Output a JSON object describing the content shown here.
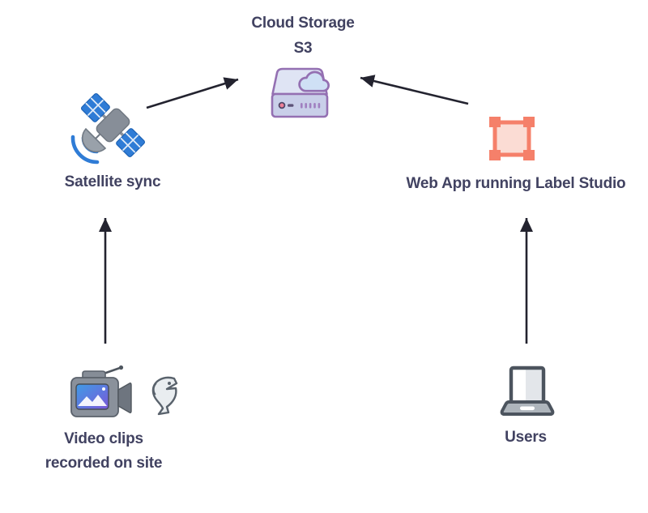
{
  "nodes": {
    "cloud_storage": {
      "title_line1": "Cloud Storage",
      "title_line2": "S3",
      "icon": "cloud-server-icon"
    },
    "satellite": {
      "label": "Satellite sync",
      "icon": "satellite-icon"
    },
    "web_app": {
      "label": "Web App running Label Studio",
      "icon": "label-studio-frame-icon"
    },
    "video_clips": {
      "label_line1": "Video clips",
      "label_line2": "recorded on site",
      "icons": [
        "video-camera-icon",
        "fish-icon"
      ]
    },
    "users": {
      "label": "Users",
      "icon": "laptop-icon"
    }
  },
  "edges": [
    {
      "from": "satellite",
      "to": "cloud_storage"
    },
    {
      "from": "web_app",
      "to": "cloud_storage"
    },
    {
      "from": "video_clips",
      "to": "satellite"
    },
    {
      "from": "users",
      "to": "web_app"
    }
  ],
  "colors": {
    "text": "#414261",
    "arrow": "#23232f",
    "coral": "#f5806a",
    "coral_light": "#fbdcd4",
    "purple_outline": "#9470b2",
    "server_top": "#dfe4f4",
    "server_front": "#c9cfe9",
    "cloud_fill": "#cfe0f5",
    "satellite_blue": "#2f7cd6",
    "icon_gray": "#8a919b"
  }
}
